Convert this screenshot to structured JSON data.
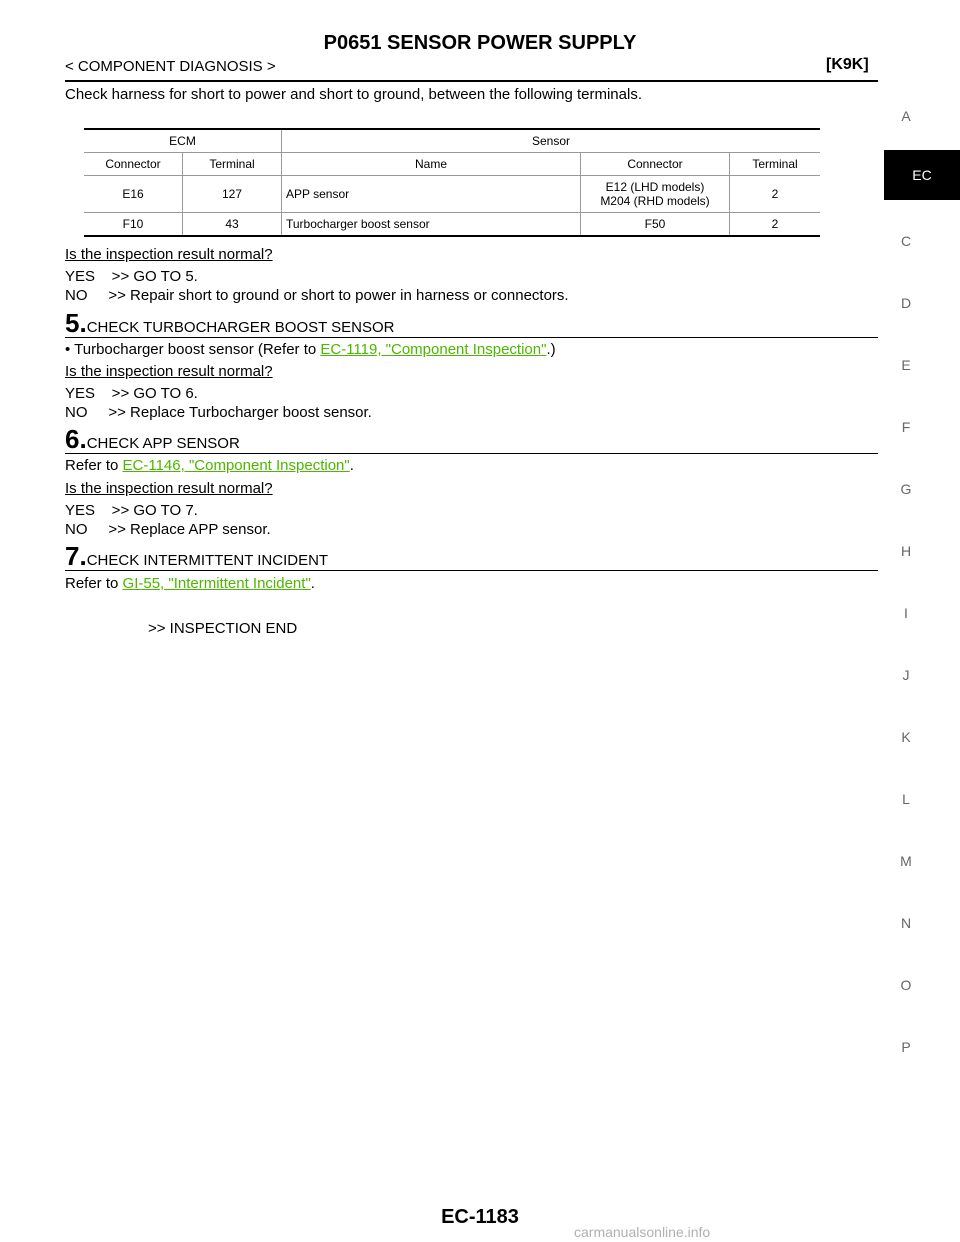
{
  "header": {
    "title": "P0651 SENSOR POWER SUPPLY",
    "section": "< COMPONENT DIAGNOSIS >",
    "model": "[K9K]"
  },
  "intro": "Check harness for short to power and short to ground, between the following terminals.",
  "table": {
    "group_headers": [
      "ECM",
      "Sensor"
    ],
    "columns": [
      "Connector",
      "Terminal",
      "Name",
      "Connector",
      "Terminal"
    ],
    "rows": [
      [
        "E16",
        "127",
        "APP sensor",
        "E12 (LHD models)\nM204 (RHD models)",
        "2"
      ],
      [
        "F10",
        "43",
        "Turbocharger boost sensor",
        "F50",
        "2"
      ]
    ]
  },
  "step4": {
    "question": "Is the inspection result normal?",
    "yes": "YES    >> GO TO 5.",
    "no": "NO     >> Repair short to ground or short to power in harness or connectors."
  },
  "step5": {
    "num": "5.",
    "heading": "CHECK TURBOCHARGER BOOST SENSOR",
    "bullet_prefix": "• Turbocharger boost sensor (Refer to ",
    "link": "EC-1119, \"Component Inspection\"",
    "bullet_suffix": ".)",
    "question": "Is the inspection result normal?",
    "yes": "YES    >> GO TO 6.",
    "no": "NO     >> Replace Turbocharger boost sensor."
  },
  "step6": {
    "num": "6.",
    "heading": "CHECK APP SENSOR",
    "prefix": "Refer to ",
    "link": "EC-1146, \"Component Inspection\"",
    "suffix": ".",
    "question": "Is the inspection result normal?",
    "yes": "YES    >> GO TO 7.",
    "no": "NO     >> Replace APP sensor."
  },
  "step7": {
    "num": "7.",
    "heading": "CHECK INTERMITTENT INCIDENT",
    "prefix": "Refer to ",
    "link": "GI-55, \"Intermittent Incident\"",
    "suffix": ".",
    "end": ">> INSPECTION END"
  },
  "side_tabs": [
    "A",
    "C",
    "D",
    "E",
    "F",
    "G",
    "H",
    "I",
    "J",
    "K",
    "L",
    "M",
    "N",
    "O",
    "P"
  ],
  "active_tab": "EC",
  "footer": {
    "page": "EC-1183",
    "watermark": "carmanualsonline.info"
  }
}
